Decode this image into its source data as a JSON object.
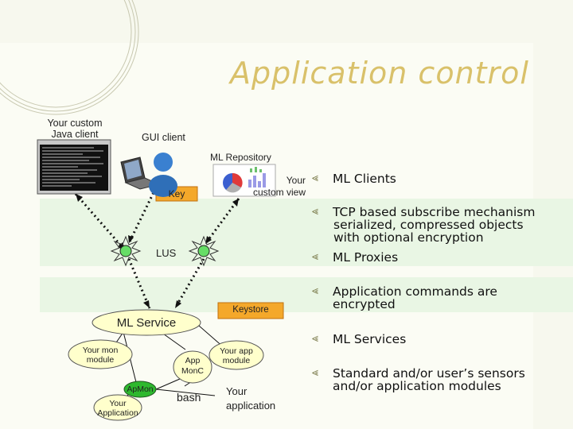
{
  "title": "Application control",
  "labels": {
    "custom_java_client": [
      "Your custom",
      "Java client"
    ],
    "gui_client": "GUI client",
    "ml_repository": "ML Repository",
    "your_custom_view": [
      "Your",
      "custom view"
    ],
    "key": "Key",
    "lus": "LUS",
    "keystore": "Keystore",
    "ml_service": "ML Service",
    "your_mon_module": [
      "Your mon",
      "module"
    ],
    "app_monc": [
      "App",
      "MonC"
    ],
    "your_app_module": [
      "Your app",
      "module"
    ],
    "apmon": "ApMon",
    "your_application_small": [
      "Your",
      "Application"
    ],
    "bash": "bash",
    "your_application": [
      "Your",
      "application"
    ]
  },
  "bullets": [
    {
      "text": [
        "ML Clients"
      ]
    },
    {
      "text": [
        "TCP based subscribe mechanism",
        "serialized, compressed objects",
        "with optional encryption"
      ]
    },
    {
      "text": [
        "ML Proxies"
      ]
    },
    {
      "text": [
        "Application commands are",
        "encrypted"
      ]
    },
    {
      "text": [
        "ML Services"
      ]
    },
    {
      "text": [
        "Standard and/or user’s sensors",
        "and/or application modules"
      ]
    }
  ],
  "colors": {
    "title": "#d9c16a",
    "band": "#e9f6e4",
    "key_box": "#f4a82a",
    "keystore_box": "#f4a82a",
    "ml_service_ellipse": "#ffffcc",
    "module_ellipse": "#ffffcc",
    "apmon_ellipse": "#2eb82e",
    "star_fill": "#66dd66"
  },
  "icons": [
    "terminal-screenshot-icon",
    "laptop-user-icon",
    "pie-chart-view-icon",
    "lus-star-icon",
    "bullet-arrow-icon"
  ]
}
